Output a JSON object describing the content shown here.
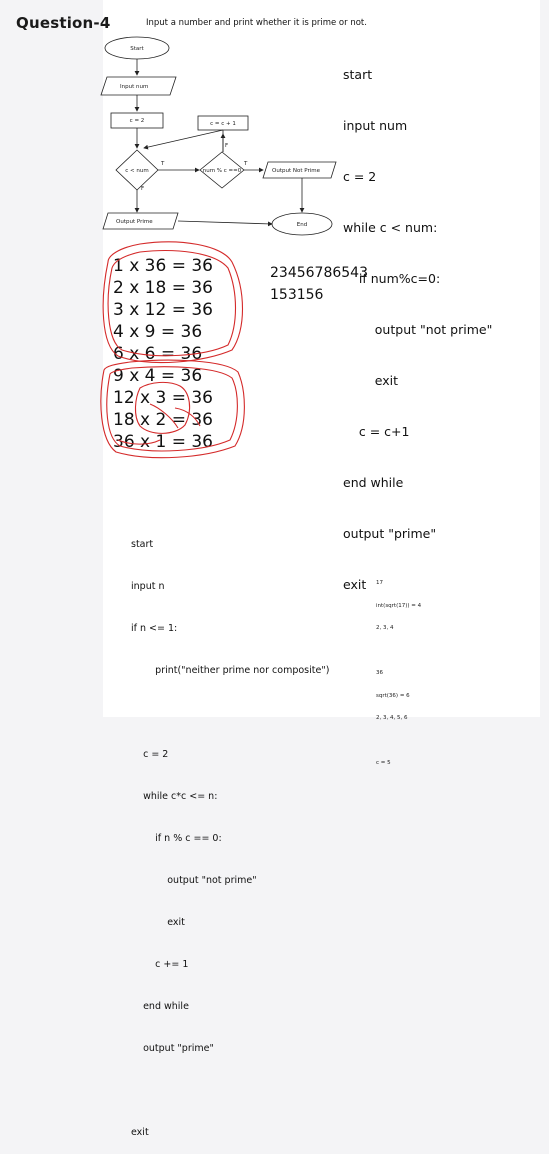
{
  "title": "Question-4",
  "question": "Input a number and print whether it is prime or not.",
  "flowchart": {
    "start": "Start",
    "input": "Input num",
    "init": "c = 2",
    "increment": "c = c + 1",
    "condition1": "c < num",
    "condition2": "num % c ==0",
    "output_not_prime": "Output Not Prime",
    "output_prime": "Output Prime",
    "end": "End",
    "edge_true_1": "T",
    "edge_false_1": "F",
    "edge_true_2": "T",
    "edge_false_2": "F"
  },
  "pseudocode": [
    "start",
    "input num",
    "c = 2",
    "while c < num:",
    "    if num%c=0:",
    "        output \"not prime\"",
    "        exit",
    "    c = c+1",
    "end while",
    "output \"prime\"",
    "exit"
  ],
  "multiplications": [
    "1 x 36 = 36",
    "2 x 18 = 36",
    "3 x 12 = 36",
    "4 x 9 = 36",
    "6 x 6 = 36",
    "9 x 4 = 36",
    "12 x 3 = 36",
    "18 x 2 = 36",
    "36 x 1 = 36"
  ],
  "numbers": [
    "23456786543",
    "153156"
  ],
  "bottom_code": [
    "start",
    "input n",
    "if n <= 1:",
    "        print(\"neither prime nor composite\")",
    "",
    "    c = 2",
    "    while c*c <= n:",
    "        if n % c == 0:",
    "            output \"not prime\"",
    "            exit",
    "        c += 1",
    "    end while",
    "    output \"prime\"",
    "",
    "exit"
  ],
  "notes": [
    "17",
    "int(sqrt(17)) = 4",
    "2, 3, 4",
    "",
    "36",
    "sqrt(36) = 6",
    "2, 3, 4, 5, 6",
    "",
    "c = 5"
  ],
  "colors": {
    "circle": "#d42a2a",
    "ink": "#111111",
    "page": "#ffffff",
    "background": "#f4f4f6"
  }
}
